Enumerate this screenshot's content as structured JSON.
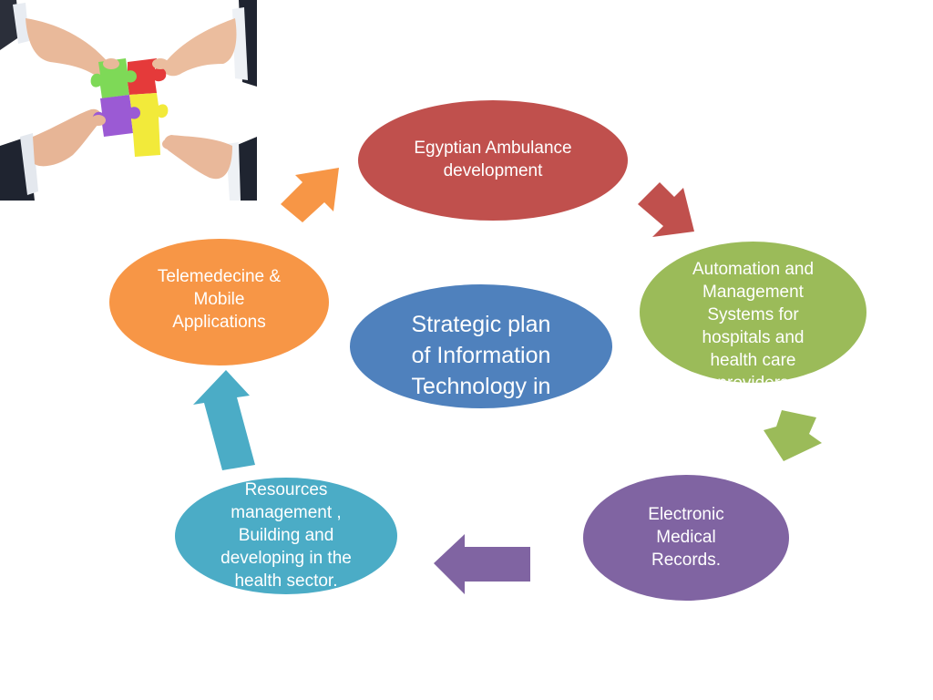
{
  "colors": {
    "red": "#c0504d",
    "green": "#9bbb59",
    "purple": "#8064a2",
    "teal": "#4bacc6",
    "orange": "#f79646",
    "blue": "#4f81bd"
  },
  "puzzle_image": {
    "icon": "puzzle-hands-icon"
  },
  "cycle": {
    "center": "Strategic plan\nof Information\nTechnology in\nHealth",
    "nodes": [
      {
        "id": "ambulance",
        "label": "Egyptian Ambulance\ndevelopment"
      },
      {
        "id": "automation",
        "label": "Automation and\nManagement\nSystems for\nhospitals and\nhealth care\nproviders"
      },
      {
        "id": "emr",
        "label": "Electronic\nMedical\nRecords."
      },
      {
        "id": "resources",
        "label": "Resources\nmanagement ,\nBuilding and\ndeveloping in the\nhealth sector."
      },
      {
        "id": "telemedicine",
        "label": "Telemedecine &\nMobile\nApplications"
      }
    ]
  }
}
